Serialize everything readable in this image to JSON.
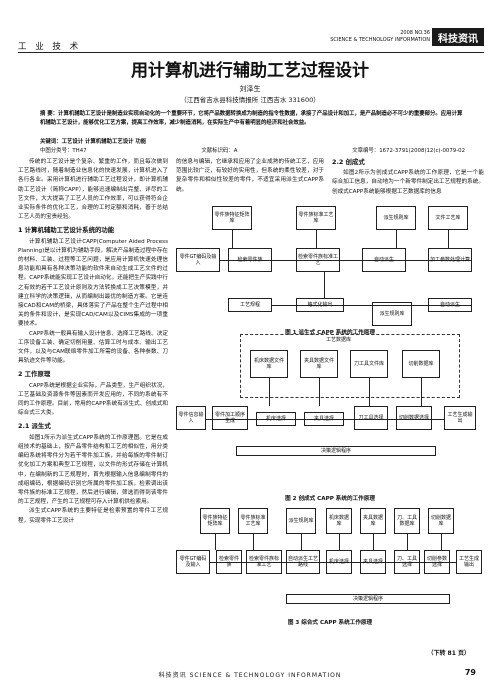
{
  "header": {
    "section": "工 业 技 术",
    "issue": "2008  NO.36",
    "journal_en": "SCIENCE & TECHNOLOGY INFORMATION",
    "logo": "科技资讯"
  },
  "article": {
    "title": "用计算机进行辅助工艺过程设计",
    "author": "刘泽生",
    "affiliation": "（江西省吉水县科技情报所  江西吉水   331600）",
    "abstract": "摘  要：计算机辅助工艺设计是制造业实现自动化的一个重要环节，它将产品数据转换成为制造的指令性数据，承接了产品设计和加工，是产品制造必不可少的重要部分。应用计算机辅助工艺设计，能够优化工艺方案，提高工作效率，减少制造消耗，在实际生产中有着明显的经济和社会效益。",
    "keywords": "关键词：工艺设计  计算机辅助工艺设计  功能",
    "clc": "中图分类号：TH47",
    "doc_code": "文献标识码：A",
    "article_no": "文章编号：1672-3791(2008)12(c)-0079-02"
  },
  "body": {
    "c1_intro": "传统的工艺设计是个复杂、繁重的工作，而且每次做到工艺路线时，随着制造业信息化的快速发展，计算机进入了各行各业。采用计算机进行辅助工艺过程设计，即计算机辅助工艺设计（简称CAPP），能够迅速编制出完整、详尽的工艺文件，大大提高了工艺人员的工作效率，可以获得符合企业实际条件的优化工艺，合理的工时定额和消耗，善于总结工艺人员的宝贵经验。",
    "c1_sec1": "1  计算机辅助工艺设计系统的功能",
    "c1_p2": "计算机辅助工艺设计CAPP(Computer Aided Process Planning)是以计算机为辅助手段，解决产品制造过程中存在的材料、工装、过程等工艺问题，是应用计算机快速处理信息功能和具有各种决策功能的软件来自动生成工艺文件的过程。CAPP系统能实现工艺设计自动化，还能把生产实践中行之有效的若干工艺设计原则及方法转换成工艺决策模型，并建立科学的决策逻辑，从而编制出最优的制造方案。它是连接CAD和CAM的桥梁，具体落实了产品在整个生产过程中相关的条件和设计，是实现CAD/CAM以及CIMS集成的一项重要技术。",
    "c1_p3": "CAPP系统一般具有输入设计信息、选择工艺路线、决定工序设备工装、确定切削用量、估算工时与成本、输出工艺文件，以及与CAM联络零件加工所需的设备、各种参数、刀具轨迹文件等功能。",
    "c1_sec2": "2  工作原理",
    "c1_p4": "CAPP系统是根据企业实际，产品类型，生产组织状况，工艺基础及资源条件等因素而开发应用的，不同的系统有不同的工作原理。目前，常用的CAPP系统有派生式、创成式和综合式三大类。",
    "c1_sub1": "2.1  派生式",
    "c1_p5": "如图1所示为派生式CAPP系统的工作原理图。它是在成组技术的基础上，按产品零件结构和工艺的相似性，用分类编码系统将零件分为若干零件加工族，并给每族的零件制订优化加工方案和典型工艺规程，以文件的形式存储在计算机中，在编制新的工艺规程时，首先根据输入信息编制零件的成组编码，根据编码识别它所属的零件加工族，检索调出该零件族的标准工艺规程，然后进行编辑，筛选而得到该零件的工艺规程，产生的工艺规程可存入计算机供检索用。",
    "c1_p6": "派生式CAPP系统的主要特征是检索预置的零件工艺规程，实现零件工艺设计",
    "c2_p1": "的信息与编辑，它继承和应用了企业成熟的传统工艺，应用范围比较广泛，有较好的实用性，但系统的柔性较差，对于复杂零件和相似性较差的零件，不适宜采用派生式CAPP系统。",
    "c3_sub": "2.2  创成式",
    "c3_p1": "如图2所示为创成式CAPP系统的工作原理，它是一个能综合加工信息，自动地为一个新零件制定出工艺规程的系统。创成式CAPP系统能够根据工艺数据库的信息"
  },
  "fig1": {
    "caption": "图 1  派生式 CAPP 系统的工作原理",
    "b_zone": "零件族特征矩阵库",
    "b_std": "零件族标准工艺库",
    "b_deriv": "派生规则库",
    "b_doc": "文件工艺库",
    "b_input": "零件GT编码及输入",
    "b_search": "检索零件族",
    "b_retrieve": "检索零件族标准工艺",
    "b_auto": "自动派生",
    "b_calc": "加工参数处理计算",
    "b_rules": "工艺规程",
    "b_format": "格式化输出",
    "b_der2": "派生规则库",
    "b_autoproc": "自动派生"
  },
  "fig2": {
    "caption": "图 2  创成式 CAPP 系统的工作原理",
    "db_title": "工艺数据库",
    "d1": "机床数据文件库",
    "d2": "夹具数据文件库",
    "d3": "刀工具文件库",
    "d4": "切削数据库",
    "s1": "零件信息输入",
    "s2": "零件加工顺序生成",
    "s3": "机床选择",
    "s4": "夹具选择",
    "s5": "刀工具选择",
    "s6": "切削数据选择",
    "s7": "工艺生成输出",
    "bottom": "决策逻辑程序"
  },
  "fig3": {
    "caption": "图 3  综合式 CAPP 系统工作原理",
    "t1": "零件族特征矩阵库",
    "t2": "零件族标准工艺库",
    "t3": "派生规则库",
    "t4": "机床数据库",
    "t5": "夹具数据库",
    "t6": "刀、工具数据库",
    "t7": "切削数据库",
    "m1": "零件GT编码及输入",
    "m2": "检索零件族",
    "m3": "检索零件族标准工艺",
    "m4": "自动派生工艺路线",
    "m5": "机床选择",
    "m6": "夹具选择",
    "m7": "刀、工具选择",
    "m8": "切削参数选择",
    "m9": "工艺生成输出",
    "bottom": "决策逻辑程序",
    "cont": "（下转 81 页）"
  },
  "footer": {
    "text": "科技资讯  SCIENCE & TECHNOLOGY INFORMATION",
    "page": "79"
  }
}
